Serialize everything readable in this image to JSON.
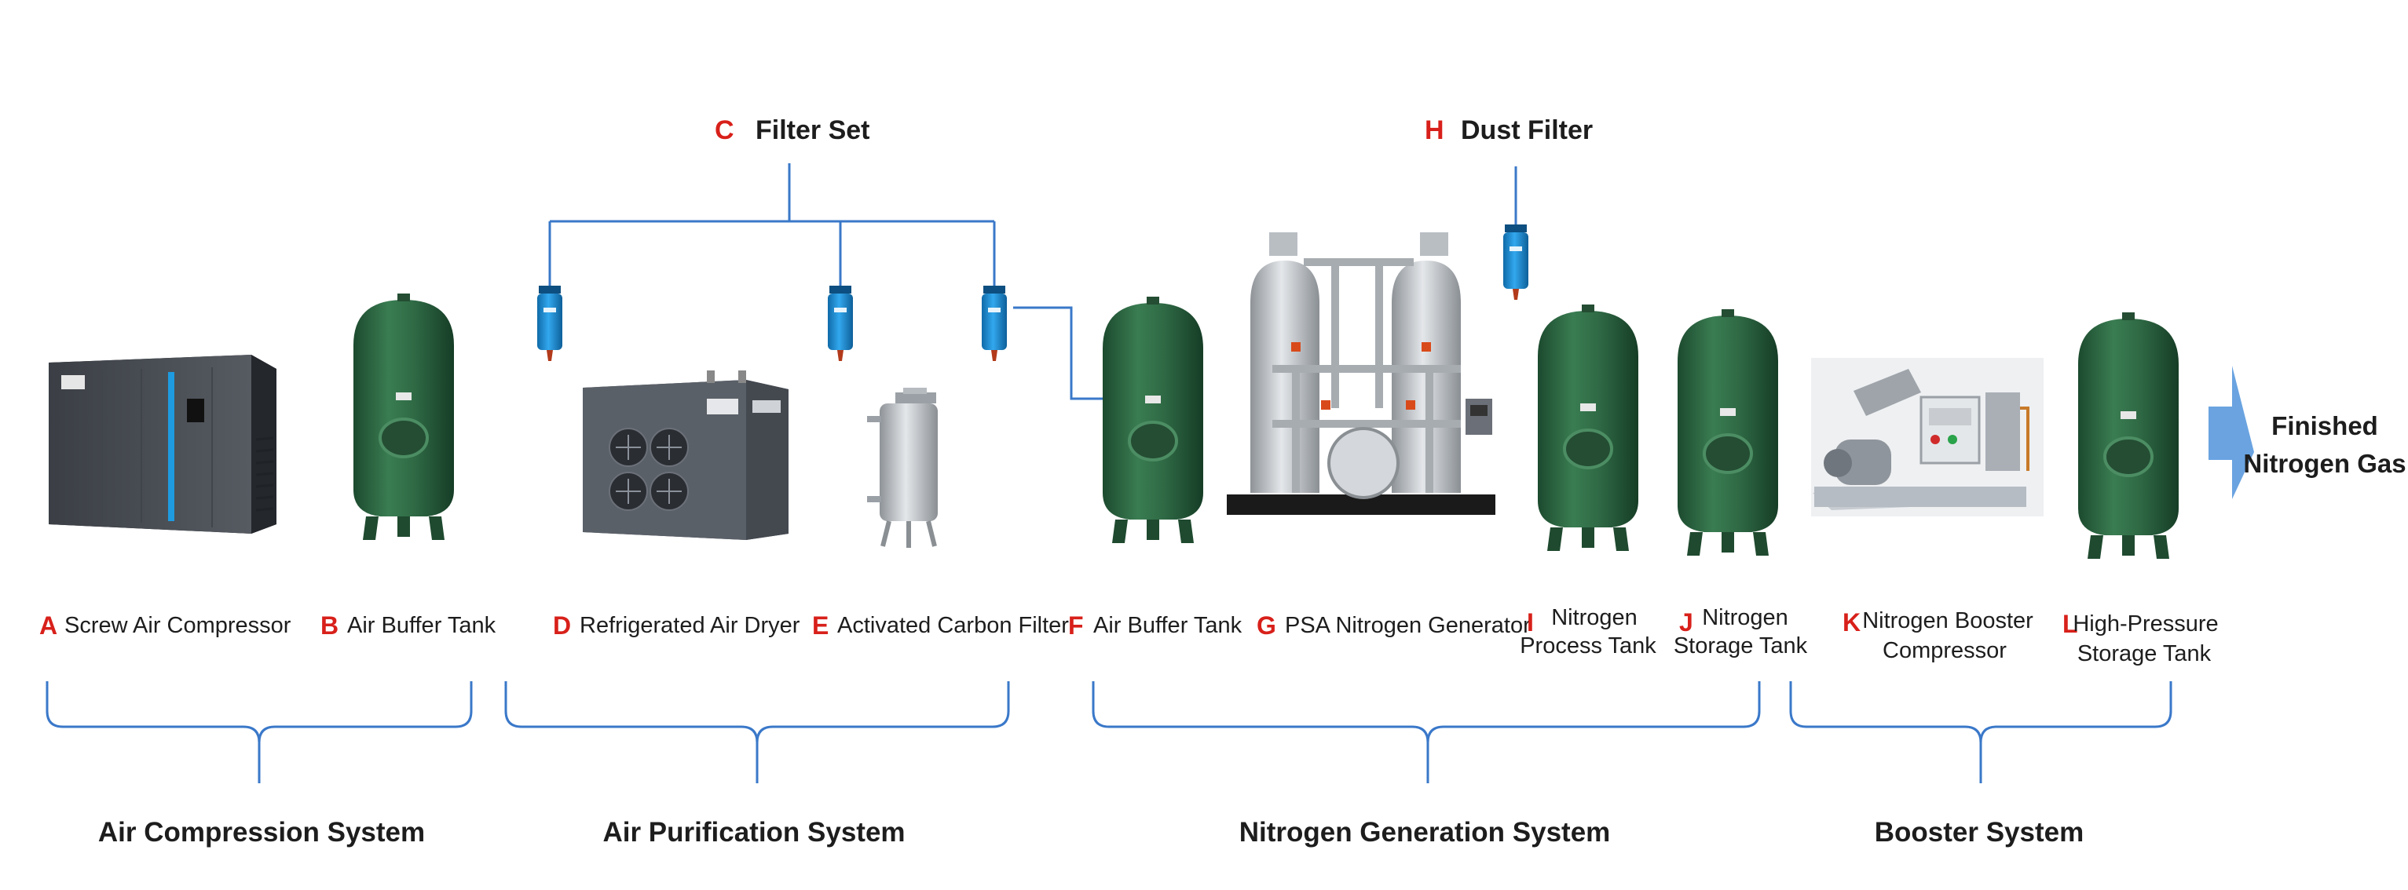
{
  "colors": {
    "letter": "#d8201a",
    "connector": "#3a78c9",
    "tank_green": "#2f6a45",
    "filter_blue": "#1e8fd6",
    "arrow_blue": "#6aa3e0",
    "text": "#1d1d1d"
  },
  "top_labels": {
    "filter_set": {
      "letter": "C",
      "name": "Filter Set"
    },
    "dust_filter": {
      "letter": "H",
      "name": "Dust Filter"
    }
  },
  "equipment": [
    {
      "letter": "A",
      "name": "Screw Air Compressor",
      "icon": "screw-compressor-icon"
    },
    {
      "letter": "B",
      "name": "Air Buffer Tank",
      "icon": "tank-icon"
    },
    {
      "letter": "D",
      "name": "Refrigerated Air Dryer",
      "icon": "air-dryer-icon"
    },
    {
      "letter": "E",
      "name": "Activated Carbon Filter",
      "icon": "carbon-filter-icon"
    },
    {
      "letter": "F",
      "name": "Air Buffer Tank",
      "icon": "tank-icon"
    },
    {
      "letter": "G",
      "name": "PSA Nitrogen Generator",
      "icon": "psa-generator-icon"
    },
    {
      "letter": "I",
      "name_lines": [
        "Nitrogen",
        "Process Tank"
      ],
      "icon": "tank-icon"
    },
    {
      "letter": "J",
      "name_lines": [
        "Nitrogen",
        "Storage Tank"
      ],
      "icon": "tank-icon"
    },
    {
      "letter": "K",
      "name_lines": [
        "Nitrogen Booster",
        "Compressor"
      ],
      "icon": "booster-compressor-icon"
    },
    {
      "letter": "L",
      "name_lines": [
        "High-Pressure",
        "Storage Tank"
      ],
      "icon": "tank-icon"
    }
  ],
  "output": {
    "lines": [
      "Finished",
      "Nitrogen Gas"
    ],
    "icon": "arrow-right-icon"
  },
  "systems": [
    {
      "name": "Air Compression System"
    },
    {
      "name": "Air Purification System"
    },
    {
      "name": "Nitrogen Generation System"
    },
    {
      "name": "Booster System"
    }
  ]
}
